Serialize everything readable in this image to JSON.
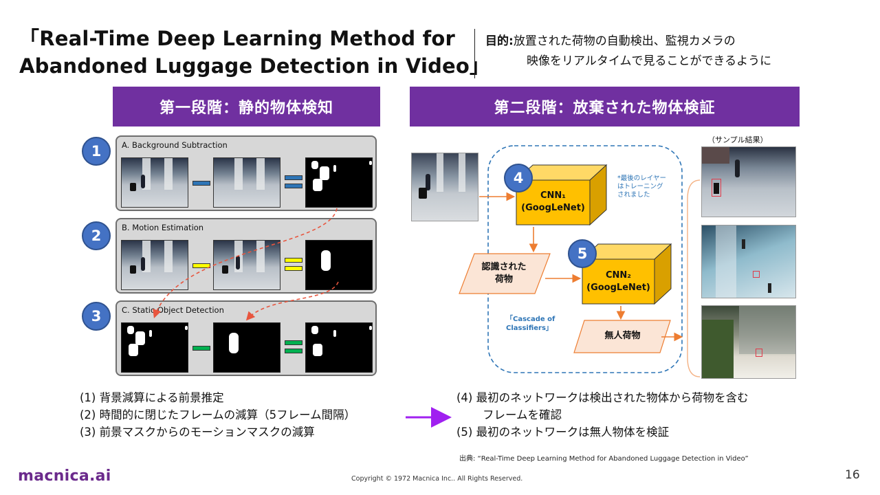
{
  "title": {
    "line1": "「Real-Time Deep Learning Method for",
    "line2": "Abandoned Luggage Detection in Video」"
  },
  "purpose": {
    "label": "目的:",
    "line1": "放置された荷物の自動検出、監視カメラの",
    "line2": "映像をリアルタイムで見ることができるように"
  },
  "stage1": {
    "banner": "第一段階：静的物体検知"
  },
  "stage2": {
    "banner": "第二段階：放棄された物体検証"
  },
  "panels": [
    {
      "badge": "1",
      "title": "A. Background Subtraction"
    },
    {
      "badge": "2",
      "title": "B. Motion Estimation"
    },
    {
      "badge": "3",
      "title": "C. Static Object Detection"
    }
  ],
  "diagram": {
    "cnn1_badge": "4",
    "cnn1_line1": "CNN₁",
    "cnn1_line2": "(GoogLeNet)",
    "cnn2_badge": "5",
    "cnn2_line1": "CNN₂",
    "cnn2_line2": "(GoogLeNet)",
    "recognized_line1": "認識された",
    "recognized_line2": "荷物",
    "unattended": "無人荷物",
    "note_line1": "*最後のレイヤー",
    "note_line2": "はトレーニング",
    "note_line3": "されました",
    "cascade_line1": "「Cascade of",
    "cascade_line2": "Classifiers」"
  },
  "sample_caption": "（サンプル結果）",
  "steps_left": [
    "(1) 背景減算による前景推定",
    "(2) 時間的に閉じたフレームの減算（5フレーム間隔）",
    "(3) 前景マスクからのモーションマスクの減算"
  ],
  "steps_right": {
    "s4_line1": "(4) 最初のネットワークは検出された物体から荷物を含む",
    "s4_line2": "フレームを確認",
    "s5": "(5) 最初のネットワークは無人物体を検証"
  },
  "source": "出典: “Real-Time Deep Learning Method for Abandoned Luggage Detection in Video”",
  "footer": {
    "logo": "macnica.ai",
    "copyright": "Copyright © 1972 Macnica Inc.. All Rights Reserved.",
    "page": "16"
  },
  "colors": {
    "banner": "#7030a0",
    "badge": "#4472c4",
    "cnn_box": "#ffc000",
    "arrow_orange": "#ed7d31",
    "dashed_blue": "#2e75b6",
    "op_blue": "#2e75b6",
    "op_yellow": "#ffff00",
    "op_green": "#00b050",
    "flow_arrow": "#a020f0"
  }
}
